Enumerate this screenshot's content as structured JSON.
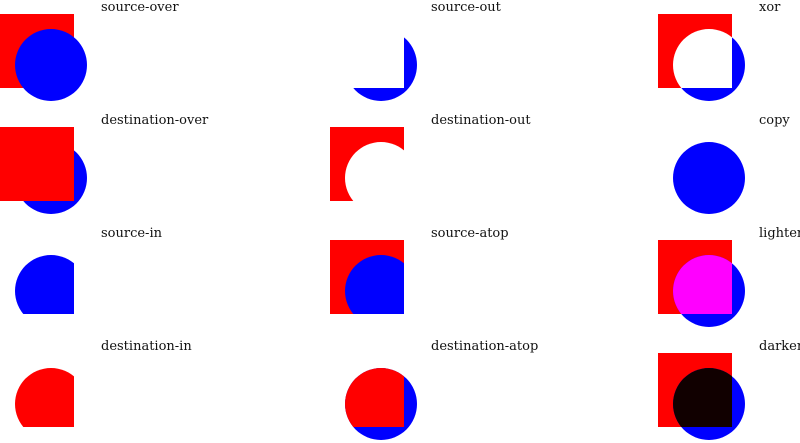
{
  "colors": {
    "square": "#ff0000",
    "circle": "#0000ff",
    "lighter": "#ff00ff",
    "darker": "#110000"
  },
  "operations": [
    "source-over",
    "source-out",
    "xor",
    "destination-over",
    "destination-out",
    "copy",
    "source-in",
    "source-atop",
    "lighter",
    "destination-in",
    "destination-atop",
    "darker"
  ]
}
